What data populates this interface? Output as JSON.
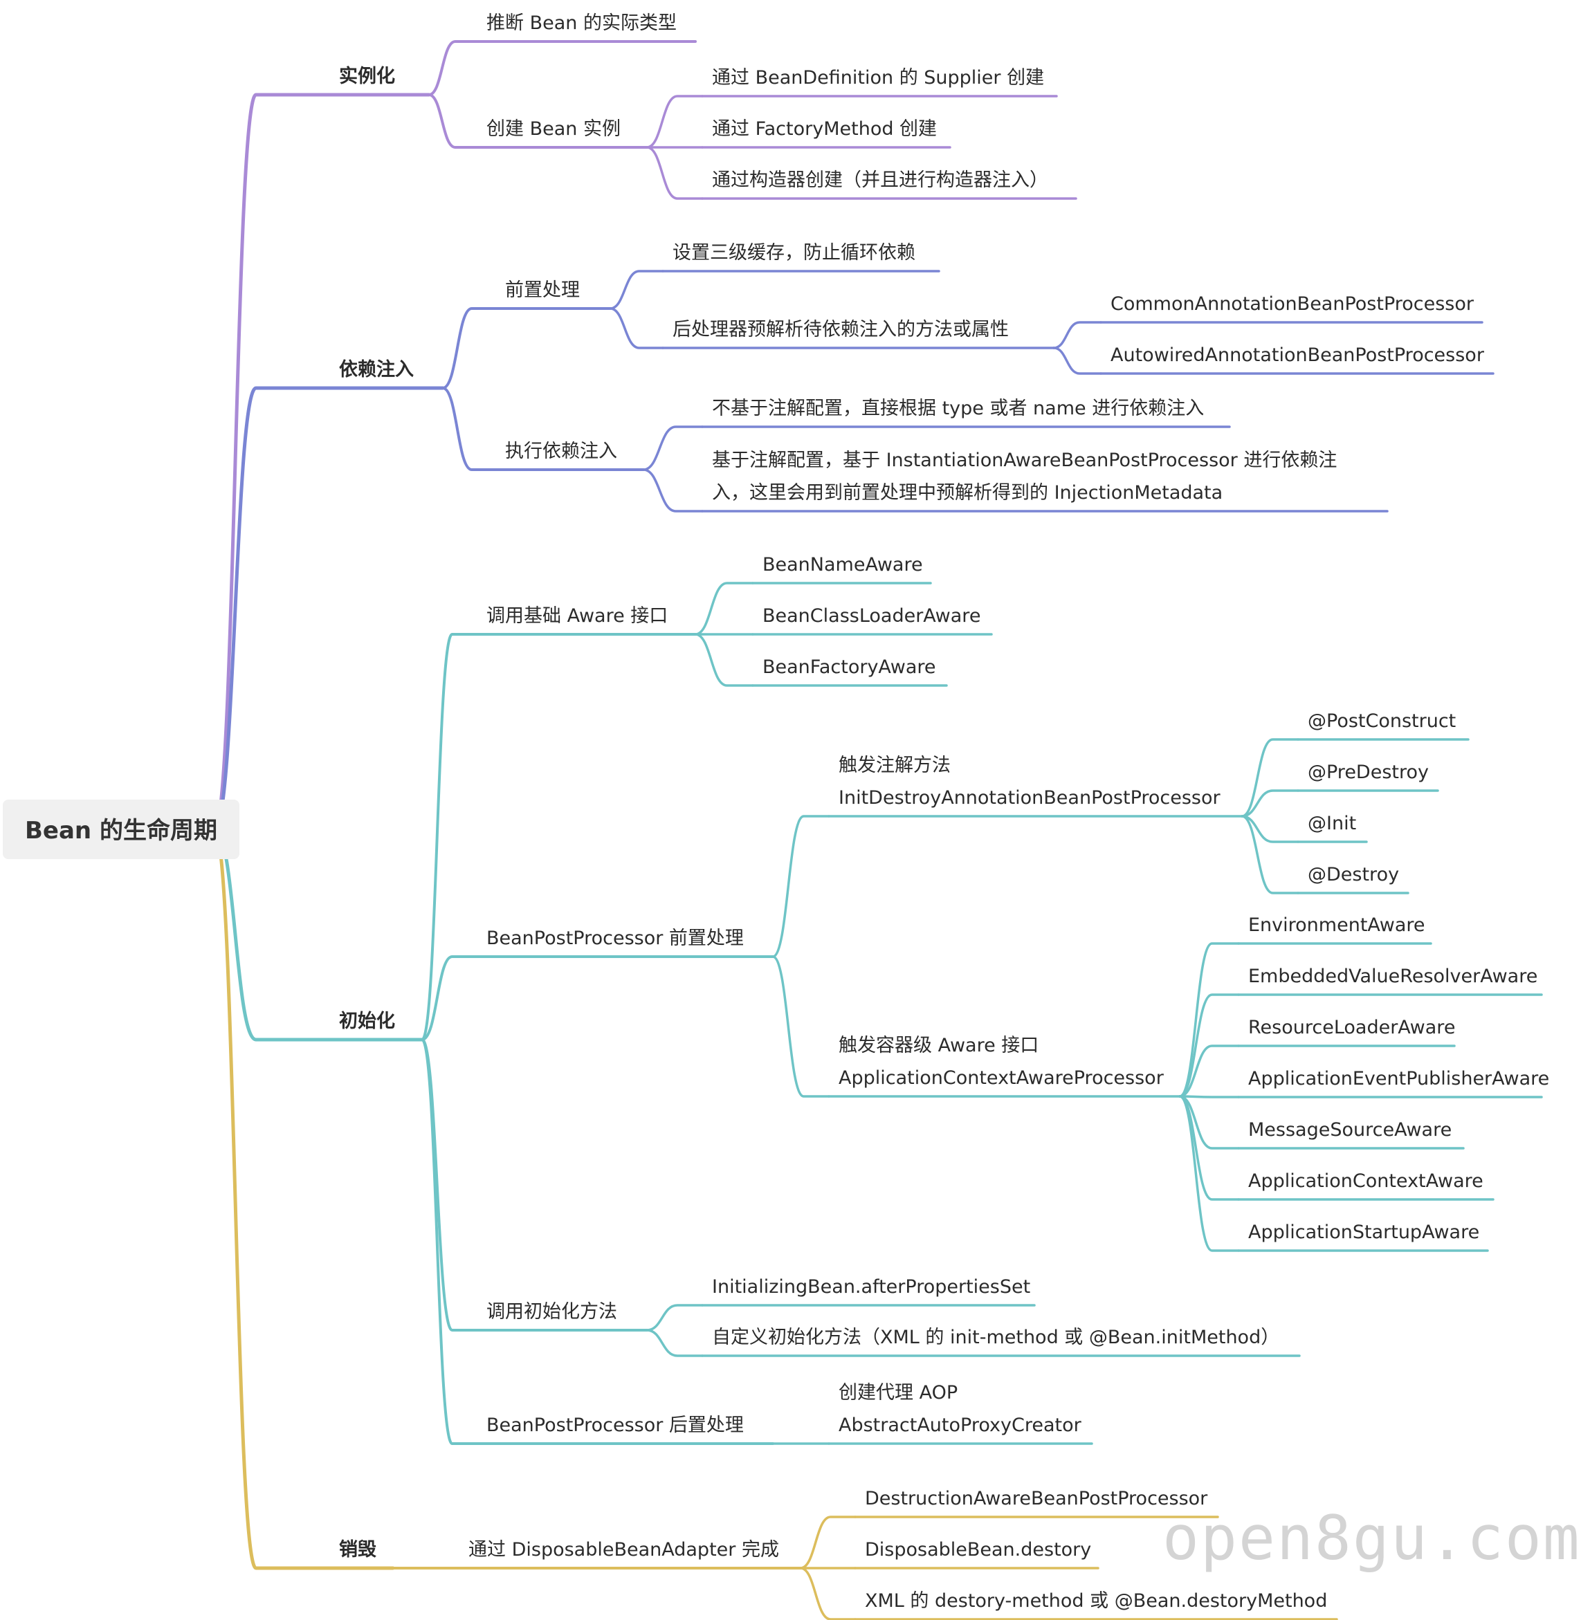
{
  "root": {
    "label": "Bean 的生命周期"
  },
  "colors": {
    "instantiate": "#a98ad6",
    "inject": "#7a85d4",
    "init": "#6ec4c6",
    "destroy": "#dcbd5c"
  },
  "branches": [
    {
      "key": "instantiate",
      "label": "实例化",
      "children": [
        {
          "label": "推断 Bean 的实际类型"
        },
        {
          "label": "创建 Bean 实例",
          "children": [
            {
              "label": "通过 BeanDefinition 的 Supplier 创建"
            },
            {
              "label": "通过 FactoryMethod 创建"
            },
            {
              "label": "通过构造器创建（并且进行构造器注入）"
            }
          ]
        }
      ]
    },
    {
      "key": "inject",
      "label": "依赖注入",
      "children": [
        {
          "label": "前置处理",
          "children": [
            {
              "label": "设置三级缓存，防止循环依赖"
            },
            {
              "label": "后处理器预解析待依赖注入的方法或属性",
              "children": [
                {
                  "label": "CommonAnnotationBeanPostProcessor"
                },
                {
                  "label": "AutowiredAnnotationBeanPostProcessor"
                }
              ]
            }
          ]
        },
        {
          "label": "执行依赖注入",
          "children": [
            {
              "label": "不基于注解配置，直接根据 type 或者 name 进行依赖注入"
            },
            {
              "lines": [
                "基于注解配置，基于 InstantiationAwareBeanPostProcessor 进行依赖注",
                "入，这里会用到前置处理中预解析得到的 InjectionMetadata"
              ]
            }
          ]
        }
      ]
    },
    {
      "key": "init",
      "label": "初始化",
      "children": [
        {
          "label": "调用基础 Aware 接口",
          "children": [
            {
              "label": "BeanNameAware"
            },
            {
              "label": "BeanClassLoaderAware"
            },
            {
              "label": "BeanFactoryAware"
            }
          ]
        },
        {
          "label": "BeanPostProcessor 前置处理",
          "children": [
            {
              "lines": [
                "触发注解方法",
                "InitDestroyAnnotationBeanPostProcessor"
              ],
              "children": [
                {
                  "label": "@PostConstruct"
                },
                {
                  "label": "@PreDestroy"
                },
                {
                  "label": "@Init"
                },
                {
                  "label": "@Destroy"
                }
              ]
            },
            {
              "lines": [
                "触发容器级 Aware 接口",
                "ApplicationContextAwareProcessor"
              ],
              "children": [
                {
                  "label": "EnvironmentAware"
                },
                {
                  "label": "EmbeddedValueResolverAware"
                },
                {
                  "label": "ResourceLoaderAware"
                },
                {
                  "label": "ApplicationEventPublisherAware"
                },
                {
                  "label": "MessageSourceAware"
                },
                {
                  "label": "ApplicationContextAware"
                },
                {
                  "label": "ApplicationStartupAware"
                }
              ]
            }
          ]
        },
        {
          "label": "调用初始化方法",
          "children": [
            {
              "label": "InitializingBean.afterPropertiesSet"
            },
            {
              "label": "自定义初始化方法（XML 的 init-method 或 @Bean.initMethod）"
            }
          ]
        },
        {
          "label": "BeanPostProcessor 后置处理",
          "children": [
            {
              "lines": [
                "创建代理 AOP",
                "AbstractAutoProxyCreator"
              ]
            }
          ]
        }
      ]
    },
    {
      "key": "destroy",
      "label": "销毁",
      "children": [
        {
          "label": "通过 DisposableBeanAdapter 完成",
          "children": [
            {
              "label": "DestructionAwareBeanPostProcessor"
            },
            {
              "label": "DisposableBean.destory"
            },
            {
              "label": "XML 的 destory-method 或 @Bean.destoryMethod"
            }
          ]
        }
      ]
    }
  ],
  "watermark": "open8gu.com"
}
